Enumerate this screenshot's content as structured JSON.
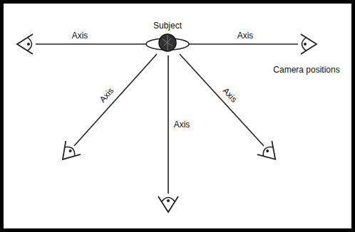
{
  "diagram": {
    "labels": [
      "Subject",
      "Axis",
      "Axis",
      "Axis",
      "Axis",
      "Axis",
      "Camera positions"
    ]
  }
}
